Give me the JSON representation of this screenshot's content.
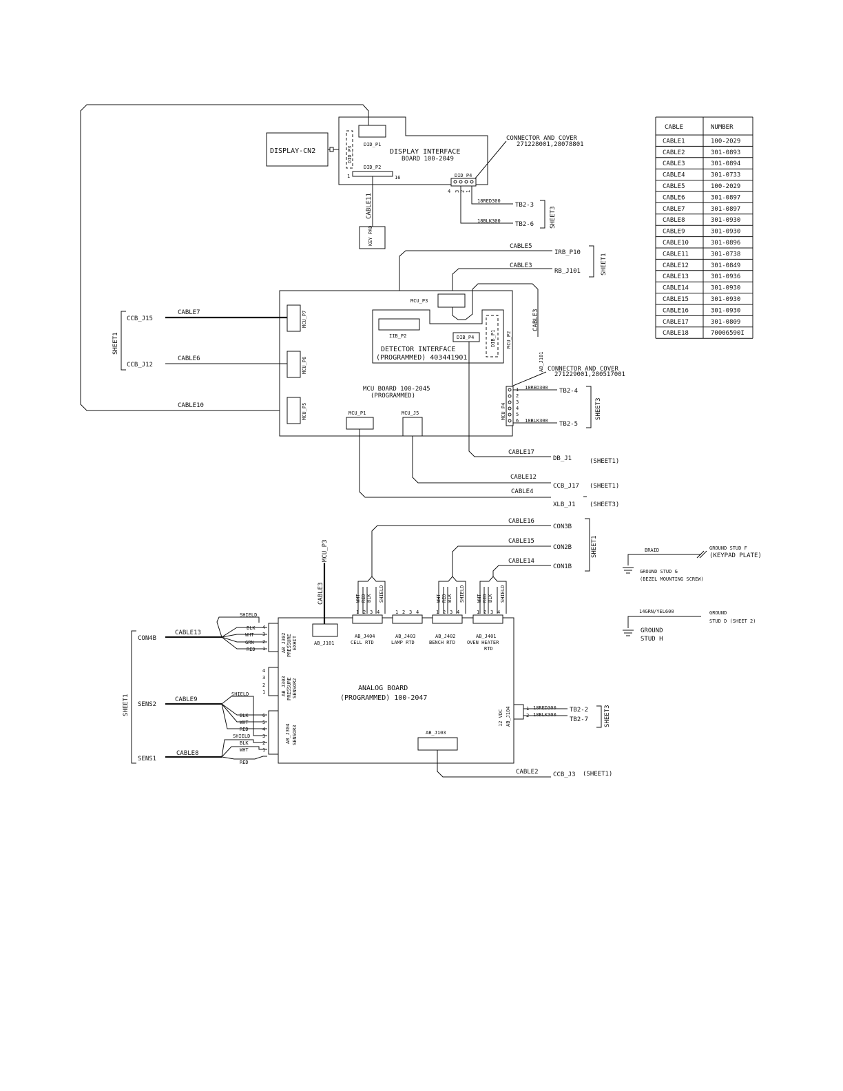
{
  "display": {
    "display_cn2": "DISPLAY-CN2",
    "did_p1": "DID_P1",
    "did_p3": "DID_P3",
    "did_p2": "DID_P2",
    "did_p4": "DID_P4",
    "board_line1": "DISPLAY INTERFACE",
    "board_line2": "BOARD 100-2049",
    "pin1": "1",
    "pin16": "16",
    "p4_pins": [
      "4",
      "3",
      "2",
      "1"
    ],
    "connector_line1": "CONNECTOR AND COVER",
    "connector_line2": "271228001,28078801",
    "wire_red": "18RED300",
    "wire_blk": "18BLK300",
    "tb_a": "TB2-3",
    "tb_b": "TB2-6",
    "sheet": "SHEET3",
    "cable11": "CABLE11",
    "keypad": "KEY PAD"
  },
  "mcu": {
    "cable5": "CABLE5",
    "irb_p10": "IRB_P10",
    "cable3_top": "CABLE3",
    "rb_j101": "RB_J101",
    "sheet1_top": "SHEET1",
    "mcu_p3": "MCU_P3",
    "cable3_side": "CABLE3",
    "iib_p2": "IIB_P2",
    "dib_p4": "DIB_P4",
    "dib_p1": "DIB_P1",
    "mcu_p2": "MCU_P2",
    "detector_line1": "DETECTOR INTERFACE",
    "detector_line2": "(PROGRAMMED) 403441901",
    "ab_j101": "AB_J101",
    "connector_line1": "CONNECTOR AND COVER",
    "connector_line2": "271229001,280517001",
    "ccb_j15": "CCB_J15",
    "cable7": "CABLE7",
    "mcu_p7": "MCU_P7",
    "sheet1_left": "SHEET1",
    "ccb_j12": "CCB_J12",
    "cable6": "CABLE6",
    "mcu_p6": "MCU_P6",
    "board_line1": "MCU BOARD 100-2045",
    "board_line2": "(PROGRAMMED)",
    "cable10": "CABLE10",
    "mcu_p5": "MCU_P5",
    "mcu_p1": "MCU_P1",
    "mcu_j5": "MCU_J5",
    "mcu_p4": "MCU_P4",
    "p4_pins": [
      "1",
      "2",
      "3",
      "4",
      "5",
      "6"
    ],
    "wire_red": "18RED300",
    "wire_blk": "18BLK300",
    "tb_a": "TB2-4",
    "tb_b": "TB2-5",
    "sheet3": "SHEET3",
    "cable17": "CABLE17",
    "db_j1": "DB_J1",
    "ref_db": "(SHEET1)",
    "cable12": "CABLE12",
    "ccb_j17": "CCB_J17",
    "ref_ccb": "(SHEET1)",
    "cable4": "CABLE4",
    "xlb_j1": "XLB_J1",
    "ref_xlb": "(SHEET3)"
  },
  "analog": {
    "cable16": "CABLE16",
    "con3b": "CON3B",
    "cable15": "CABLE15",
    "con2b": "CON2B",
    "cable14": "CABLE14",
    "con1b": "CON1B",
    "sheet1_right": "SHEET1",
    "mcu_p3": "MCU_P3",
    "cable3": "CABLE3",
    "ab_j101": "AB_J101",
    "wire_wht": "WHT",
    "wire_red": "RED",
    "wire_blk": "BLK",
    "wire_shield": "SHIELD",
    "pins4": [
      "1",
      "2",
      "3",
      "4"
    ],
    "j404_line1": "AB_J404",
    "j404_line2": "CELL RTD",
    "j403_line1": "AB_J403",
    "j403_line2": "LAMP RTD",
    "j402_line1": "AB_J402",
    "j402_line2": "BENCH RTD",
    "j401_line1": "AB_J401",
    "j401_line2": "OVEN HEATER",
    "j401_line3": "RTD",
    "con4b": "CON4B",
    "cable13": "CABLE13",
    "shield": "SHIELD",
    "j302_wires": [
      "BLK",
      "WHT",
      "GRN",
      "RED"
    ],
    "j302_pins": [
      "4",
      "3",
      "2",
      "1"
    ],
    "j302_label": "AB_J302",
    "j302_desc1": "PRESSURE",
    "j302_desc2": "EXHIT",
    "j303_pins": [
      "4",
      "3",
      "2",
      "1"
    ],
    "j303_label": "AB_J303",
    "j303_desc1": "PRESSURE",
    "j303_desc2": "SENSOR2",
    "board_line1": "ANALOG BOARD",
    "board_line2": "(PROGRAMMED) 100-2047",
    "sheet1_left": "SHEET1",
    "sens2": "SENS2",
    "cable9": "CABLE9",
    "j304_wires": [
      "BLK",
      "WHT",
      "RED",
      "SHIELD",
      "BLK",
      "WHT",
      "RED"
    ],
    "j304_pins": [
      "6",
      "5",
      "4",
      "3",
      "2",
      "1"
    ],
    "j304_label": "AB_J304",
    "j304_desc": "SENSOR3",
    "sens1": "SENS1",
    "cable8": "CABLE8",
    "j104_label": "AB_J104",
    "j104_desc": "12 VDC",
    "j104_pins": [
      "1",
      "2"
    ],
    "wire_red300": "18RED300",
    "wire_blk300": "18BLK300",
    "tb_a": "TB2-2",
    "tb_b": "TB2-7",
    "sheet3": "SHEET3",
    "ab_j103": "AB_J103",
    "cable2": "CABLE2",
    "ccb_j3": "CCB_J3",
    "ref_ccb": "(SHEET1)"
  },
  "ground": {
    "braid": "BRAID",
    "stud_f1": "GROUND STUD F",
    "stud_f2": "(KEYPAD PLATE)",
    "stud_g1": "GROUND STUD G",
    "stud_g2": "(BEZEL MOUNTING SCREW)",
    "wire": "14GRN/YEL600",
    "stud_d1": "GROUND",
    "stud_d2": "STUD D (SHEET 2)",
    "stud_h1": "GROUND",
    "stud_h2": "STUD H"
  },
  "cable_table": {
    "headers": [
      "CABLE",
      "NUMBER"
    ],
    "rows": [
      [
        "CABLE1",
        "100-2029"
      ],
      [
        "CABLE2",
        "301-0893"
      ],
      [
        "CABLE3",
        "301-0894"
      ],
      [
        "CABLE4",
        "301-0733"
      ],
      [
        "CABLE5",
        "100-2029"
      ],
      [
        "CABLE6",
        "301-0897"
      ],
      [
        "CABLE7",
        "301-0897"
      ],
      [
        "CABLE8",
        "301-0930"
      ],
      [
        "CABLE9",
        "301-0930"
      ],
      [
        "CABLE10",
        "301-0896"
      ],
      [
        "CABLE11",
        "301-0738"
      ],
      [
        "CABLE12",
        "301-0849"
      ],
      [
        "CABLE13",
        "301-0936"
      ],
      [
        "CABLE14",
        "301-0930"
      ],
      [
        "CABLE15",
        "301-0930"
      ],
      [
        "CABLE16",
        "301-0930"
      ],
      [
        "CABLE17",
        "301-0809"
      ],
      [
        "CABLE18",
        "70006590I"
      ]
    ]
  }
}
